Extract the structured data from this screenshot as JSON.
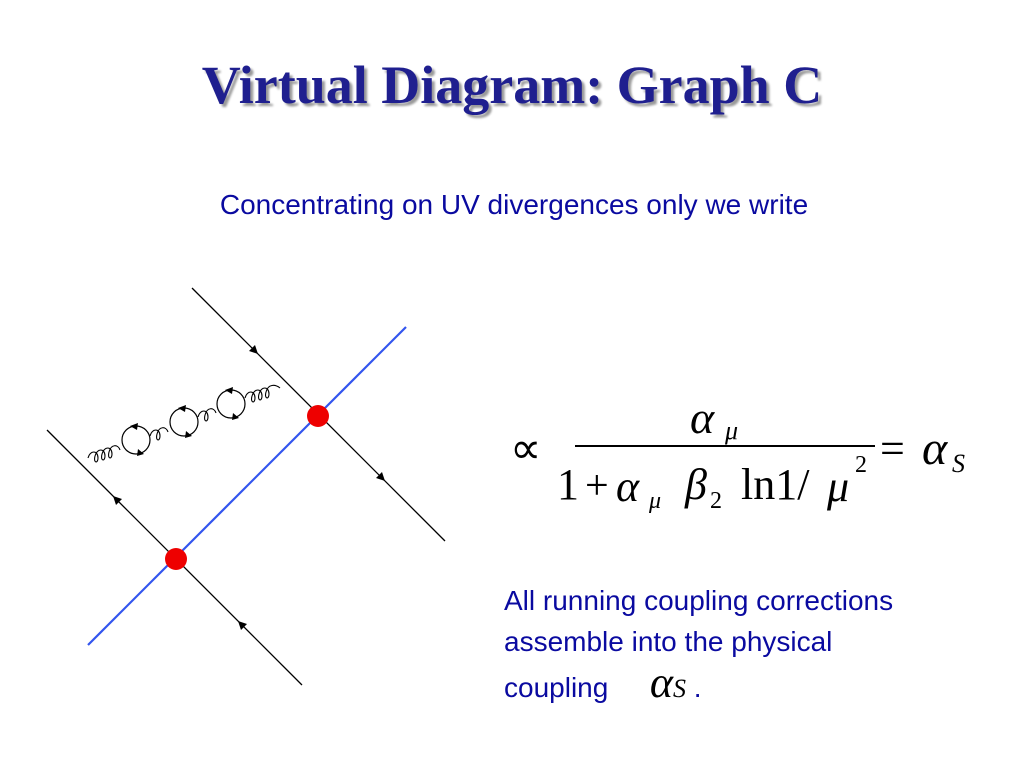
{
  "slide": {
    "title": "Virtual Diagram: Graph C",
    "subtitle": "Concentrating on UV divergences only we write"
  },
  "formula": {
    "proportional": "∝",
    "numerator_symbol": "α",
    "numerator_subscript": "μ",
    "den_one": "1",
    "den_plus": "+",
    "den_alpha": "α",
    "den_alpha_subscript": "μ",
    "den_beta": "β",
    "den_beta_subscript": "2",
    "den_ln": "ln1/",
    "den_mu": "μ",
    "den_exponent": "2",
    "equals": "=",
    "result_symbol": "α",
    "result_subscript": "S"
  },
  "note": {
    "line1": "All running coupling corrections",
    "line2": "assemble into the physical",
    "line3_prefix": "coupling",
    "symbol": "α",
    "symbol_subscript": "S",
    "line3_suffix": "."
  },
  "colors": {
    "title": "#1f1f8f",
    "text": "#0a0aa0",
    "cut_line": "#3355ee",
    "vertex": "#ee0000",
    "line": "#000000"
  }
}
